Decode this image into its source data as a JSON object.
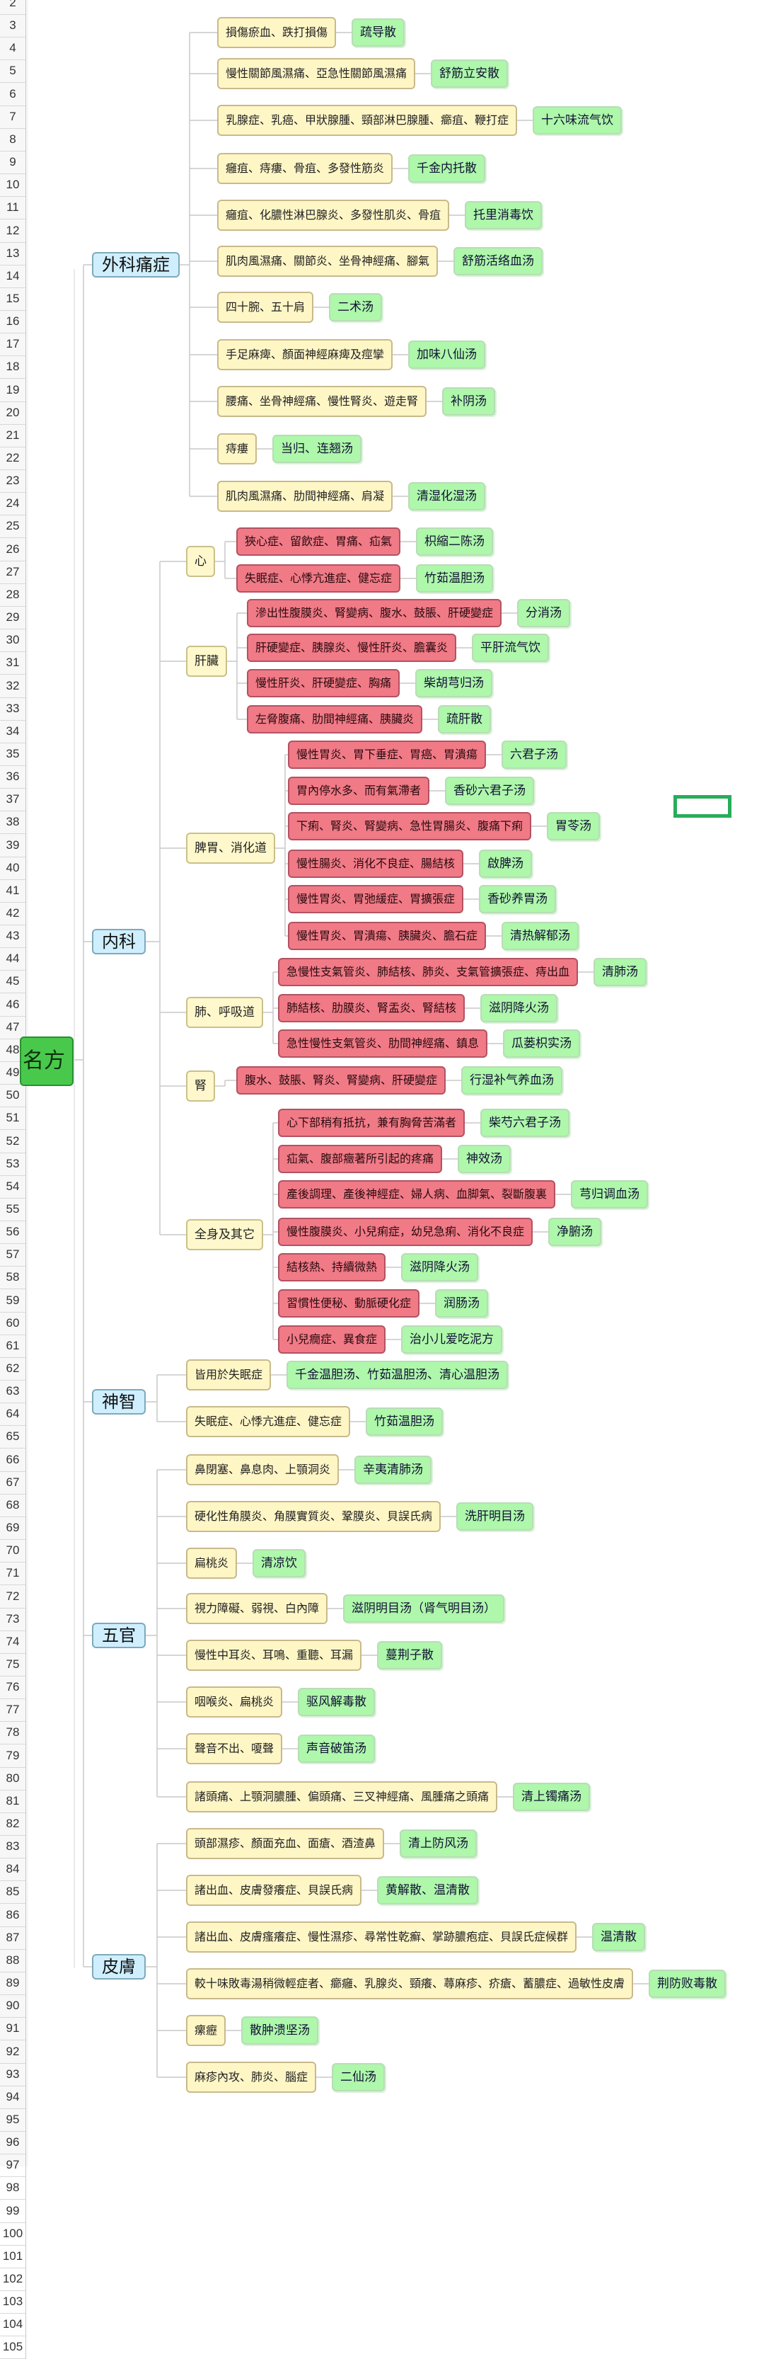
{
  "root_label": "名方",
  "row_numbers": [
    "2",
    "3",
    "4",
    "5",
    "6",
    "7",
    "8",
    "9",
    "10",
    "11",
    "12",
    "13",
    "14",
    "15",
    "16",
    "17",
    "18",
    "19",
    "20",
    "21",
    "22",
    "23",
    "24",
    "25",
    "26",
    "27",
    "28",
    "29",
    "30",
    "31",
    "32",
    "33",
    "34",
    "35",
    "36",
    "37",
    "38",
    "39",
    "40",
    "41",
    "42",
    "43",
    "44",
    "45",
    "46",
    "47",
    "48",
    "49",
    "50",
    "51",
    "52",
    "53",
    "54",
    "55",
    "56",
    "57",
    "58",
    "59",
    "60",
    "61",
    "62",
    "63",
    "64",
    "65",
    "66",
    "67",
    "68",
    "69",
    "70",
    "71",
    "72",
    "73",
    "74",
    "75",
    "76",
    "77",
    "78",
    "79",
    "80",
    "81",
    "82",
    "83",
    "84",
    "85",
    "86",
    "87",
    "88",
    "89",
    "90",
    "91",
    "92",
    "93",
    "94",
    "95",
    "96",
    "97",
    "98",
    "99",
    "100",
    "101",
    "102",
    "103",
    "104",
    "105"
  ],
  "categories": [
    {
      "id": "waike",
      "label": "外科痛症",
      "items": [
        {
          "cond": "損傷瘀血、跌打損傷",
          "style": "ylw",
          "remedy": "疏导散"
        },
        {
          "cond": "慢性關節風濕痛、亞急性關節風濕痛",
          "style": "ylw",
          "remedy": "舒筋立安散"
        },
        {
          "cond": "乳腺症、乳癌、甲狀腺腫、頸部淋巴腺腫、癤疽、鞭打症",
          "style": "ylw",
          "remedy": "十六味流气饮"
        },
        {
          "cond": "癰疽、痔瘻、骨疽、多發性筋炎",
          "style": "ylw",
          "remedy": "千金内托散"
        },
        {
          "cond": "癰疽、化膿性淋巴腺炎、多發性肌炎、骨疽",
          "style": "ylw",
          "remedy": "托里消毒饮"
        },
        {
          "cond": "肌肉風濕痛、關節炎、坐骨神經痛、腳氣",
          "style": "ylw",
          "remedy": "舒筋活络血汤"
        },
        {
          "cond": "四十腕、五十肩",
          "style": "ylw",
          "remedy": "二术汤"
        },
        {
          "cond": "手足麻痺、顏面神經麻痺及痙攣",
          "style": "ylw",
          "remedy": "加味八仙汤"
        },
        {
          "cond": "腰痛、坐骨神經痛、慢性腎炎、遊走腎",
          "style": "ylw",
          "remedy": "补阴汤"
        },
        {
          "cond": "痔瘻",
          "style": "ylw",
          "remedy": "当归、连翘汤"
        },
        {
          "cond": "肌肉風濕痛、肋間神經痛、肩凝",
          "style": "ylw",
          "remedy": "清湿化湿汤"
        }
      ]
    },
    {
      "id": "neike",
      "label": "内科",
      "subgroups": [
        {
          "label": "心",
          "items": [
            {
              "cond": "狹心症、留飲症、胃痛、疝氣",
              "style": "red",
              "remedy": "枳縮二陈汤"
            },
            {
              "cond": "失眠症、心悸亢進症、健忘症",
              "style": "red",
              "remedy": "竹茹温胆汤"
            }
          ]
        },
        {
          "label": "肝臟",
          "items": [
            {
              "cond": "滲出性腹膜炎、腎變病、腹水、鼓脹、肝硬變症",
              "style": "red",
              "remedy": "分消汤"
            },
            {
              "cond": "肝硬變症、胰腺炎、慢性肝炎、膽囊炎",
              "style": "red",
              "remedy": "平肝流气饮"
            },
            {
              "cond": "慢性肝炎、肝硬變症、胸痛",
              "style": "red",
              "remedy": "柴胡芎归汤"
            },
            {
              "cond": "左脅腹痛、肋間神經痛、胰臟炎",
              "style": "red",
              "remedy": "疏肝散"
            }
          ]
        },
        {
          "label": "脾胃、消化道",
          "items": [
            {
              "cond": "慢性胃炎、胃下垂症、胃癌、胃潰瘍",
              "style": "red",
              "remedy": "六君子汤"
            },
            {
              "cond": "胃內停水多、而有氣滯者",
              "style": "red",
              "remedy": "香砂六君子汤"
            },
            {
              "cond": "下痢、腎炎、腎變病、急性胃腸炎、腹痛下痢",
              "style": "red",
              "remedy": "胃苓汤"
            },
            {
              "cond": "慢性腸炎、消化不良症、腸結核",
              "style": "red",
              "remedy": "啟脾汤"
            },
            {
              "cond": "慢性胃炎、胃弛緩症、胃擴張症",
              "style": "red",
              "remedy": "香砂养胃汤"
            },
            {
              "cond": "慢性胃炎、胃潰瘍、胰臟炎、膽石症",
              "style": "red",
              "remedy": "清热解郁汤"
            }
          ]
        },
        {
          "label": "肺、呼吸道",
          "items": [
            {
              "cond": "急慢性支氣管炎、肺結核、肺炎、支氣管擴張症、痔出血",
              "style": "red",
              "remedy": "清肺汤"
            },
            {
              "cond": "肺結核、肋膜炎、腎盂炎、腎結核",
              "style": "red",
              "remedy": "滋阴降火汤"
            },
            {
              "cond": "急性慢性支氣管炎、肋間神經痛、鎮息",
              "style": "red",
              "remedy": "瓜蒌枳实汤"
            }
          ]
        },
        {
          "label": "腎",
          "items": [
            {
              "cond": "腹水、鼓脹、腎炎、腎變病、肝硬變症",
              "style": "red",
              "remedy": "行湿补气养血汤"
            }
          ]
        },
        {
          "label": "全身及其它",
          "items": [
            {
              "cond": "心下部稍有抵抗，兼有胸脅苦滿者",
              "style": "red",
              "remedy": "柴芍六君子汤"
            },
            {
              "cond": "疝氣、腹部癥著所引起的疼痛",
              "style": "red",
              "remedy": "神效汤"
            },
            {
              "cond": "產後調理、產後神經症、婦人病、血脚氣、裂斷腹裏",
              "style": "red",
              "remedy": "芎归调血汤"
            },
            {
              "cond": "慢性腹膜炎、小兒痢症，幼兒急痢、消化不良症",
              "style": "red",
              "remedy": "净腑汤"
            },
            {
              "cond": "結核熱、持續微熱",
              "style": "red",
              "remedy": "滋阴降火汤"
            },
            {
              "cond": "習慣性便秘、動脈硬化症",
              "style": "red",
              "remedy": "润肠汤"
            },
            {
              "cond": "小兒癇症、異食症",
              "style": "red",
              "remedy": "治小儿爱吃泥方"
            }
          ]
        }
      ]
    },
    {
      "id": "shenzhi",
      "label": "神智",
      "items": [
        {
          "cond": "皆用於失眠症",
          "style": "ylw",
          "remedy": "千金温胆汤、竹茹温胆汤、清心温胆汤"
        },
        {
          "cond": "失眠症、心悸亢進症、健忘症",
          "style": "ylw",
          "remedy": "竹茹温胆汤"
        }
      ]
    },
    {
      "id": "wuguan",
      "label": "五官",
      "items": [
        {
          "cond": "鼻閉塞、鼻息肉、上顎洞炎",
          "style": "ylw",
          "remedy": "辛夷清肺汤"
        },
        {
          "cond": "硬化性角膜炎、角膜實質炎、鞏膜炎、貝誤氏病",
          "style": "ylw",
          "remedy": "洗肝明目汤"
        },
        {
          "cond": "扁桃炎",
          "style": "ylw",
          "remedy": "清凉饮"
        },
        {
          "cond": "視力障礙、弱視、白內障",
          "style": "ylw",
          "remedy": "滋阴明目汤（肾气明目汤）"
        },
        {
          "cond": "慢性中耳炎、耳鳴、重聽、耳漏",
          "style": "ylw",
          "remedy": "蔓荆子散"
        },
        {
          "cond": "咽喉炎、扁桃炎",
          "style": "ylw",
          "remedy": "驱风解毒散"
        },
        {
          "cond": "聲音不出、嗄聲",
          "style": "ylw",
          "remedy": "声音破笛汤"
        },
        {
          "cond": "諸頭痛、上顎洞膿腫、偏頭痛、三叉神經痛、風腫痛之頭痛",
          "style": "ylw",
          "remedy": "清上镯痛汤"
        }
      ]
    },
    {
      "id": "pifu",
      "label": "皮膚",
      "items": [
        {
          "cond": "頭部濕疹、顏面充血、面瘡、酒渣鼻",
          "style": "ylw",
          "remedy": "清上防风汤"
        },
        {
          "cond": "諸出血、皮膚發癢症、貝誤氏病",
          "style": "ylw",
          "remedy": "黄解散、温清散"
        },
        {
          "cond": "諸出血、皮膚瘙癢症、慢性濕疹、尋常性乾癬、掌跡膿疱症、貝誤氏症候群",
          "style": "ylw",
          "remedy": "温清散"
        },
        {
          "cond": "較十味敗毒湯稍微輕症者、癤癰、乳腺炎、頸癢、蕁麻疹、疥瘡、蓄膿症、過敏性皮膚",
          "style": "ylw",
          "remedy": "荆防败毒散"
        },
        {
          "cond": "瘰癧",
          "style": "ylw",
          "remedy": "散肿溃坚汤"
        },
        {
          "cond": "麻疹內攻、肺炎、腦症",
          "style": "ylw",
          "remedy": "二仙汤"
        }
      ]
    }
  ]
}
